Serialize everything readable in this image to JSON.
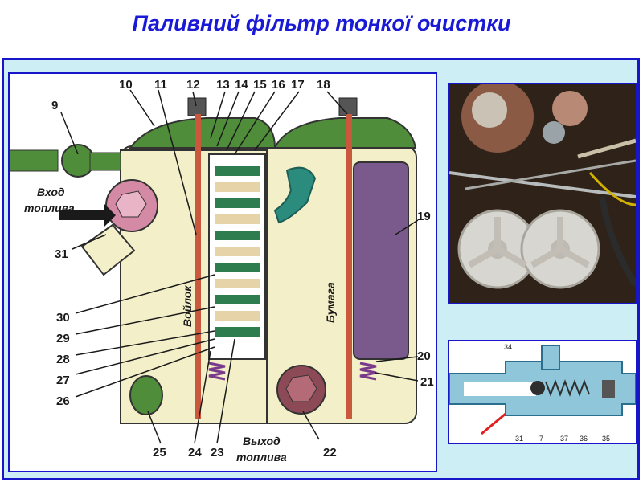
{
  "title": "Паливний фільтр тонкої очистки",
  "diagram": {
    "callouts": [
      "9",
      "10",
      "11",
      "12",
      "13",
      "14",
      "15",
      "16",
      "17",
      "18",
      "19",
      "20",
      "21",
      "22",
      "23",
      "24",
      "25",
      "26",
      "27",
      "28",
      "29",
      "30",
      "31"
    ],
    "labels": {
      "inlet_line1": "Вход",
      "inlet_line2": "топлива",
      "outlet_line1": "Выход",
      "outlet_line2": "топлива",
      "felt": "Войлок",
      "paper": "Бумага"
    }
  },
  "section": {
    "callouts": [
      "34",
      "31",
      "7",
      "37",
      "36",
      "35"
    ]
  },
  "colors": {
    "title": "#1a1ad6",
    "frame": "#1717c9",
    "background": "#cdeef4",
    "housing": "#f3efc8",
    "cover": "#4f8d3a",
    "pipe": "#2b8c7e",
    "plug": "#8c4a57",
    "paper_filter": "#7a5a8c"
  }
}
